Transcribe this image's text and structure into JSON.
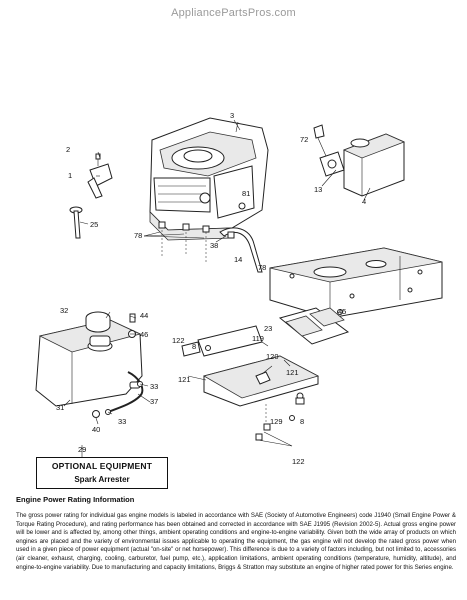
{
  "watermark": "AppliancePartsPros.com",
  "callouts": {
    "c3": "3",
    "c72": "72",
    "c2": "2",
    "c1": "1",
    "c13": "13",
    "c4": "4",
    "c81": "81",
    "c25": "25",
    "c78a": "78",
    "c38": "38",
    "c14": "14",
    "c78b": "78",
    "c32": "32",
    "c44": "44",
    "c46": "46",
    "c45": "45",
    "c23": "23",
    "c119": "119",
    "c122a": "122",
    "c8a": "8",
    "c120": "120",
    "c121a": "121",
    "c121b": "121",
    "c33a": "33",
    "c37": "37",
    "c31": "31",
    "c40": "40",
    "c33b": "33",
    "c129": "129",
    "c8b": "8",
    "c122b": "122",
    "c29": "29"
  },
  "optional_equipment": {
    "title": "OPTIONAL EQUIPMENT",
    "item": "Spark Arrester"
  },
  "engine_power_rating": {
    "title": "Engine Power Rating Information",
    "body": "The gross power rating for individual gas engine models is labeled in accordance with SAE (Society of Automotive Engineers) code J1940 (Small Engine Power & Torque Rating Procedure), and rating performance has been obtained and corrected in accordance with SAE J1995 (Revision 2002-5). Actual gross engine power will be lower and is affected by, among other things, ambient operating conditions and engine-to-engine variability. Given both the wide array of products on which engines are placed and the variety of environmental issues applicable to operating the equipment, the gas engine will not develop the rated gross power when used in a given piece of power equipment (actual \"on-site\" or net horsepower). This difference is due to a variety of factors including, but not limited to, accessories (air cleaner, exhaust, charging, cooling, carburetor, fuel pump, etc.), application limitations, ambient operating conditions (temperature, humidity, altitude), and engine-to-engine variability. Due to manufacturing and capacity limitations, Briggs & Stratton may substitute an engine of higher rated power for this Series engine."
  }
}
